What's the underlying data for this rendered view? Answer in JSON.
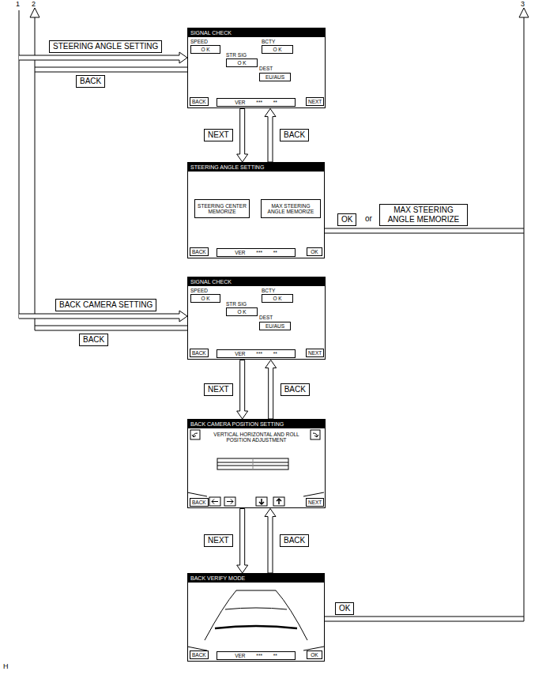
{
  "diagram": {
    "nodes": [
      {
        "text": [
          "SIGNAL CHECK",
          "SPEED",
          "BCTY",
          "STR SIG",
          "DEST"
        ]
      },
      {
        "text": [
          "O K"
        ],
        "in": 0
      },
      {
        "text": [
          "O K"
        ],
        "in": 0
      },
      {
        "text": [
          "O K"
        ],
        "in": 0
      },
      {
        "text": [
          "EU/AUS"
        ],
        "in": 0
      },
      {
        "text": [
          "BACK"
        ],
        "in": 0
      },
      {
        "text": [
          "VER *** **"
        ],
        "in": 0
      },
      {
        "text": [
          "NEXT"
        ],
        "in": 0
      },
      {
        "text": [
          "STEERING ANGLE SETTING"
        ]
      },
      {
        "text": [
          "STEERING CENTER MEMORIZE"
        ],
        "in": 8
      },
      {
        "text": [
          "MAX STEERING ANGLE MEMORIZE"
        ],
        "in": 8
      },
      {
        "text": [
          "BACK"
        ],
        "in": 8
      },
      {
        "text": [
          "VER *** **"
        ],
        "in": 8
      },
      {
        "text": [
          "OK"
        ],
        "in": 8
      },
      {
        "text": [
          "SIGNAL CHECK",
          "SPEED",
          "BCTY",
          "STR SIG",
          "DEST"
        ]
      },
      {
        "text": [
          "O K"
        ],
        "in": 14
      },
      {
        "text": [
          "O K"
        ],
        "in": 14
      },
      {
        "text": [
          "O K"
        ],
        "in": 14
      },
      {
        "text": [
          "EU/AUS"
        ],
        "in": 14
      },
      {
        "text": [
          "BACK"
        ],
        "in": 14
      },
      {
        "text": [
          "VER *** **"
        ],
        "in": 14
      },
      {
        "text": [
          "NEXT"
        ],
        "in": 14
      },
      {
        "text": [
          "BACK CAMERA POSITION SETTING",
          "VERTICAL HORIZONTAL AND ROLL POSITION ADJUSTMENT"
        ]
      },
      {
        "text": [
          "BACK"
        ],
        "in": 22
      },
      {
        "text": [
          "NEXT"
        ],
        "in": 22
      },
      {
        "text": [
          "BACK VERIFY MODE"
        ]
      },
      {
        "text": [
          "BACK"
        ],
        "in": 25
      },
      {
        "text": [
          "VER *** **"
        ],
        "in": 25
      },
      {
        "text": [
          "OK"
        ],
        "in": 25
      }
    ],
    "edges": [
      {
        "from": 0,
        "to": 8,
        "label": "NEXT",
        "arrow": "to"
      },
      {
        "from": 8,
        "to": 0,
        "label": "BACK",
        "arrow": "to"
      },
      {
        "from": 14,
        "to": 22,
        "label": "NEXT",
        "arrow": "to"
      },
      {
        "from": 22,
        "to": 14,
        "label": "BACK",
        "arrow": "to"
      },
      {
        "from": 22,
        "to": 25,
        "label": "NEXT",
        "arrow": "to"
      },
      {
        "from": 25,
        "to": 22,
        "label": "BACK",
        "arrow": "to"
      }
    ],
    "labels": [
      "1",
      "2",
      "3",
      "STEERING ANGLE SETTING",
      "BACK",
      "OK",
      "or",
      "MAX STEERING ANGLE MEMORIZE",
      "BACK CAMERA SETTING",
      "BACK",
      "OK",
      "H"
    ]
  }
}
